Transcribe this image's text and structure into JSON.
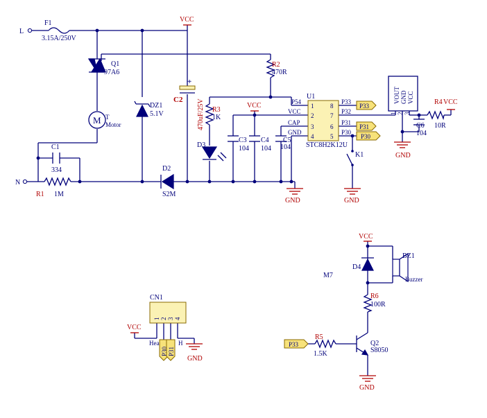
{
  "colors": {
    "wire": "#00007a",
    "designator": "#b00000",
    "pin_tag_fill": "#f7e27a",
    "part_fill": "#fbf2b4"
  },
  "net": {
    "L": "L",
    "N": "N",
    "vcc": "VCC",
    "gnd": "GND"
  },
  "fuse": {
    "ref": "F1",
    "value": "3.15A/250V"
  },
  "triac": {
    "ref": "Q1",
    "value": "97A6"
  },
  "motor": {
    "symbol": "M",
    "pin": "T",
    "value": "Motor"
  },
  "c1": {
    "ref": "C1",
    "value": "334"
  },
  "r1": {
    "ref": "R1",
    "value": "1M"
  },
  "dz1": {
    "ref": "DZ1",
    "value": "5.1V"
  },
  "c2": {
    "ref": "C2",
    "value": "470uF/25V"
  },
  "d2": {
    "ref": "D2",
    "value": "S2M"
  },
  "r2": {
    "ref": "R2",
    "value": "470R"
  },
  "r3": {
    "ref": "R3",
    "value": "1K"
  },
  "d3": {
    "ref": "D3"
  },
  "c3": {
    "ref": "C3",
    "value": "104"
  },
  "c4": {
    "ref": "C4",
    "value": "104"
  },
  "c5": {
    "ref": "C5",
    "value": "104"
  },
  "u1": {
    "ref": "U1",
    "part": "STC8H2K12U",
    "pin_numbers": [
      "1",
      "2",
      "3",
      "4",
      "8",
      "7",
      "6",
      "5"
    ],
    "left_pins": [
      "P54",
      "VCC",
      "CAP",
      "GND"
    ],
    "right_pins": [
      "P33",
      "P32",
      "P31",
      "P30"
    ]
  },
  "tags": {
    "p33": "P33",
    "p31": "P31",
    "p30": "P30"
  },
  "k1": {
    "ref": "K1"
  },
  "sensor": {
    "pins": [
      "VOUT",
      "GND",
      "VCC"
    ],
    "pin_numbers": [
      "1",
      "2",
      "3"
    ]
  },
  "r4": {
    "ref": "R4",
    "value": "10R"
  },
  "c6": {
    "ref": "C6",
    "value": "104"
  },
  "module_label": "M7",
  "d4": {
    "ref": "D4"
  },
  "bz1": {
    "ref": "BZ1",
    "value": "Buzzer"
  },
  "r6": {
    "ref": "R6",
    "value": "100R"
  },
  "r5": {
    "ref": "R5",
    "value": "1.5K"
  },
  "q2": {
    "ref": "Q2",
    "value": "S8050"
  },
  "cn1": {
    "ref": "CN1",
    "pin_numbers": [
      "1",
      "2",
      "3",
      "4"
    ],
    "label": "Head",
    "pin_h": "H",
    "tags": [
      "P30",
      "P31"
    ]
  }
}
